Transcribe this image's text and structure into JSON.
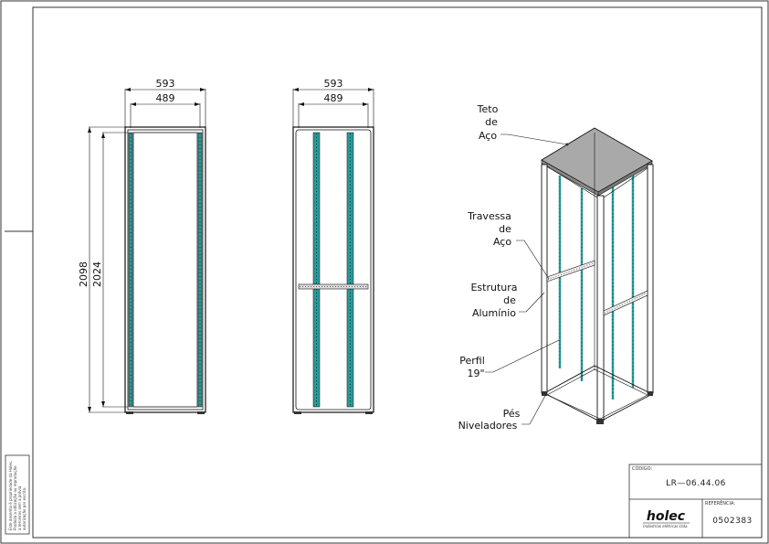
{
  "dimensions": {
    "front_outer_width": "593",
    "front_inner_width": "489",
    "side_outer_width": "593",
    "side_inner_width": "489",
    "outer_height": "2098",
    "inner_height": "2024"
  },
  "callouts": {
    "teto": [
      "Teto",
      "de",
      "Aço"
    ],
    "travessa": [
      "Travessa",
      "de",
      "Aço"
    ],
    "estrutura": [
      "Estrutura",
      "de",
      "Alumínio"
    ],
    "perfil": [
      "Perfil",
      "19\""
    ],
    "pes": [
      "Pés",
      "Niveladores"
    ]
  },
  "title_block": {
    "codigo_label": "CÓDIGO:",
    "codigo_value": "LR—06.44.06",
    "referencia_label": "REFERÊNCIA:",
    "referencia_value": "0502383",
    "brand": "holec",
    "brand_subtitle": "Indústrias elétricas Ltda."
  },
  "side_note": [
    "Este desenho é propriedade da Holec.",
    "Proibida a utilização ou reprodução",
    "a terceiros sem a prévia",
    "autorização por escrito."
  ],
  "colors": {
    "line": "#111111",
    "rail": "#2a9a9a",
    "top_fill": "#a9a9a9"
  }
}
